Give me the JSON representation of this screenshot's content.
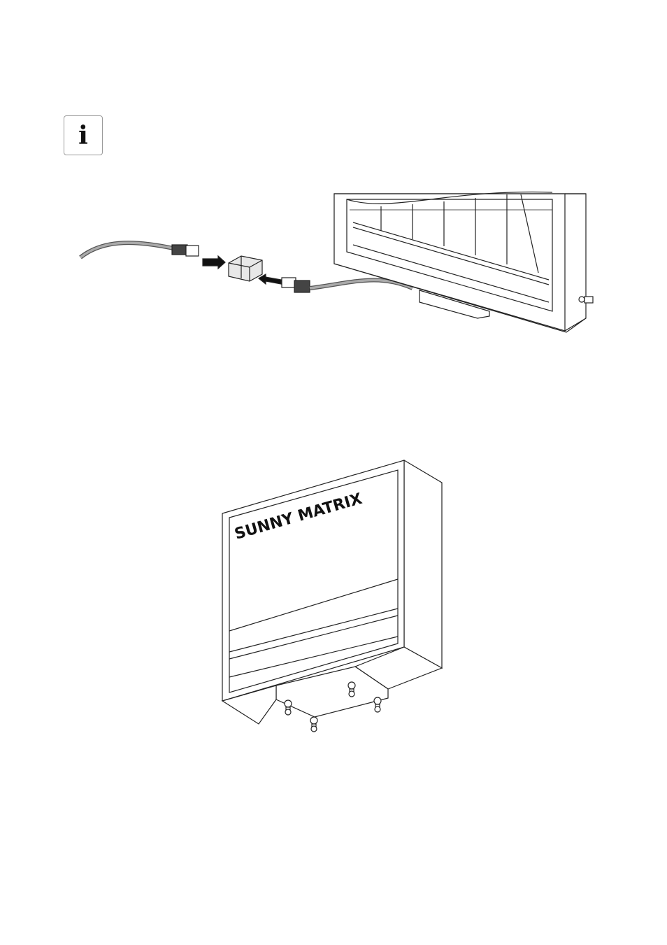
{
  "info_notice": {
    "icon": "info-icon",
    "glyph": "i"
  },
  "figure_top": {
    "description_icon": "rj45-cable-coupler-connection"
  },
  "figure_bottom": {
    "device_label": "SUNNY MATRIX"
  }
}
